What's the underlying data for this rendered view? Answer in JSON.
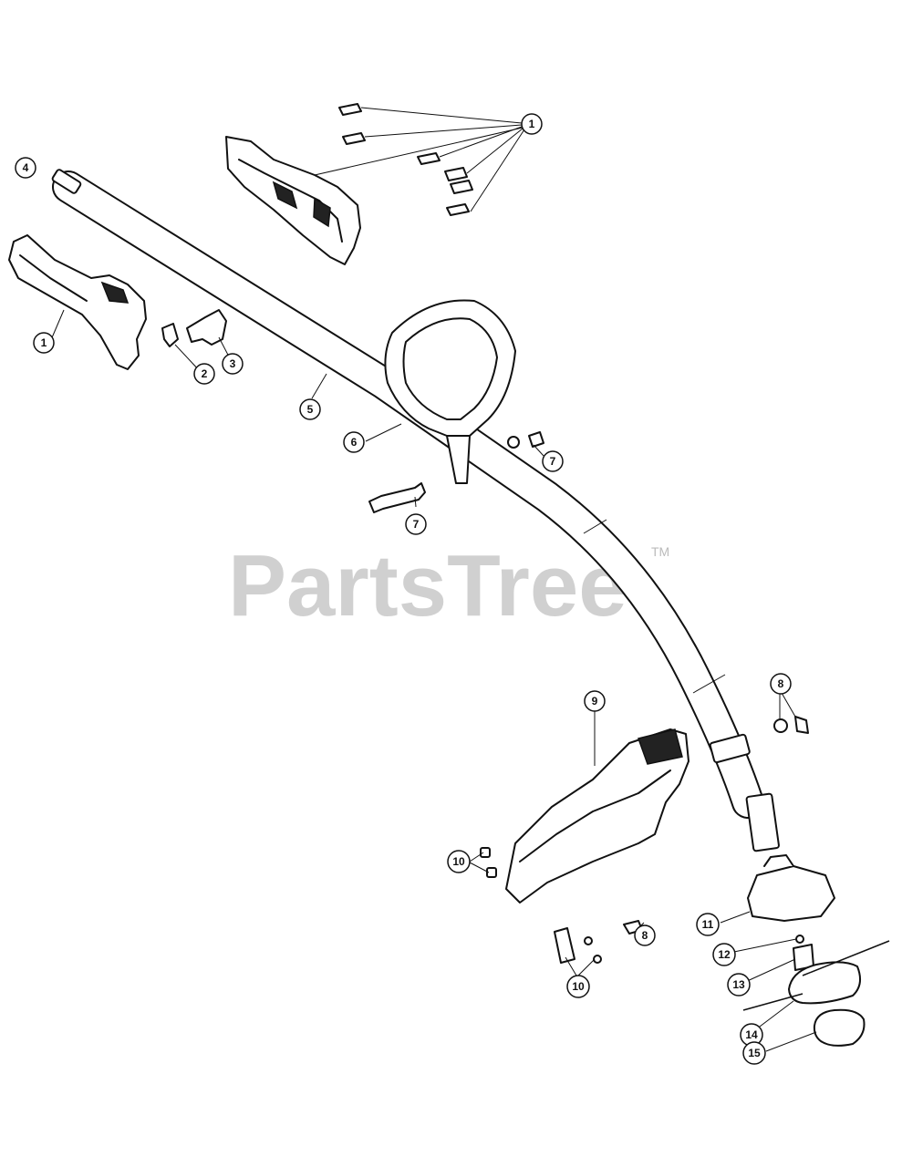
{
  "watermark": {
    "text": "PartsTree",
    "tm": "TM"
  },
  "callouts": {
    "c1_top": "1",
    "c1_left": "1",
    "c2": "2",
    "c3": "3",
    "c4": "4",
    "c5": "5",
    "c6": "6",
    "c7_right": "7",
    "c7_bolt": "7",
    "c8_right": "8",
    "c8_bottom": "8",
    "c9": "9",
    "c10_top": "10",
    "c10_bottom": "10",
    "c11": "11",
    "c12": "12",
    "c13": "13",
    "c14": "14",
    "c15": "15"
  },
  "colors": {
    "line": "#111111",
    "watermark": "#cccccc",
    "background": "#ffffff"
  }
}
